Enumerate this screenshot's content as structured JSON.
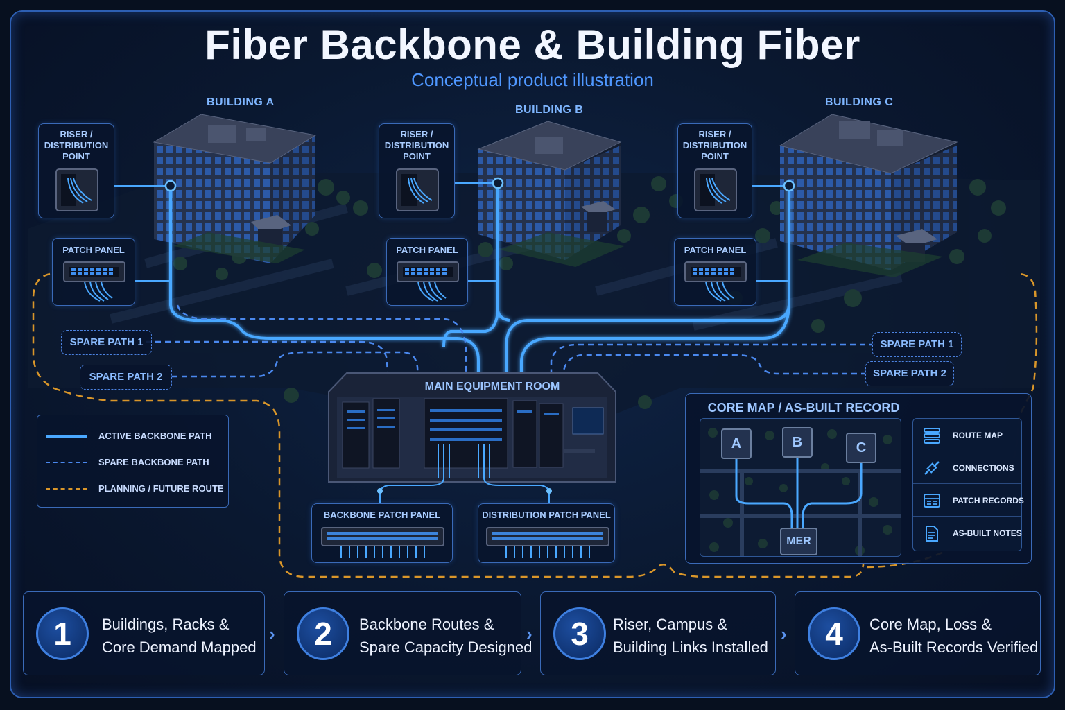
{
  "title": "Fiber Backbone & Building Fiber",
  "subtitle": "Conceptual product illustration",
  "buildings": [
    {
      "label": "BUILDING A",
      "riser_label": [
        "RISER /",
        "DISTRIBUTION",
        "POINT"
      ],
      "patch_label": "PATCH PANEL"
    },
    {
      "label": "BUILDING B",
      "riser_label": [
        "RISER /",
        "DISTRIBUTION",
        "POINT"
      ],
      "patch_label": "PATCH PANEL"
    },
    {
      "label": "BUILDING C",
      "riser_label": [
        "RISER /",
        "DISTRIBUTION",
        "POINT"
      ],
      "patch_label": "PATCH PANEL"
    }
  ],
  "spare_paths": {
    "left": [
      "SPARE PATH 1",
      "SPARE PATH 2"
    ],
    "right": [
      "SPARE PATH 1",
      "SPARE PATH 2"
    ]
  },
  "main_equipment_room": {
    "label": "MAIN EQUIPMENT ROOM",
    "backbone_patch_panel": "BACKBONE PATCH PANEL",
    "distribution_patch_panel": "DISTRIBUTION PATCH PANEL"
  },
  "legend": [
    {
      "label": "ACTIVE BACKBONE PATH",
      "style": "solid",
      "color": "#4aa8ff"
    },
    {
      "label": "SPARE BACKBONE PATH",
      "style": "dashed",
      "color": "#4a88ee"
    },
    {
      "label": "PLANNING / FUTURE ROUTE",
      "style": "dashed",
      "color": "#d9962a"
    }
  ],
  "core_map": {
    "title": "CORE MAP / AS-BUILT RECORD",
    "nodes": [
      "A",
      "B",
      "C"
    ],
    "hub": "MER",
    "menu": [
      {
        "label": "ROUTE MAP",
        "icon": "route-map-icon"
      },
      {
        "label": "CONNECTIONS",
        "icon": "connections-icon"
      },
      {
        "label": "PATCH RECORDS",
        "icon": "patch-records-icon"
      },
      {
        "label": "AS-BUILT NOTES",
        "icon": "as-built-notes-icon"
      }
    ]
  },
  "steps": [
    {
      "num": "1",
      "line1": "Buildings, Racks &",
      "line2": "Core Demand Mapped"
    },
    {
      "num": "2",
      "line1": "Backbone Routes &",
      "line2": "Spare Capacity Designed"
    },
    {
      "num": "3",
      "line1": "Riser, Campus &",
      "line2": "Building Links Installed"
    },
    {
      "num": "4",
      "line1": "Core Map, Loss &",
      "line2": "As-Built Records Verified"
    }
  ],
  "colors": {
    "active": "#4aa8ff",
    "spare": "#4a88ee",
    "future": "#d9962a",
    "accent": "#3e7fe0"
  }
}
